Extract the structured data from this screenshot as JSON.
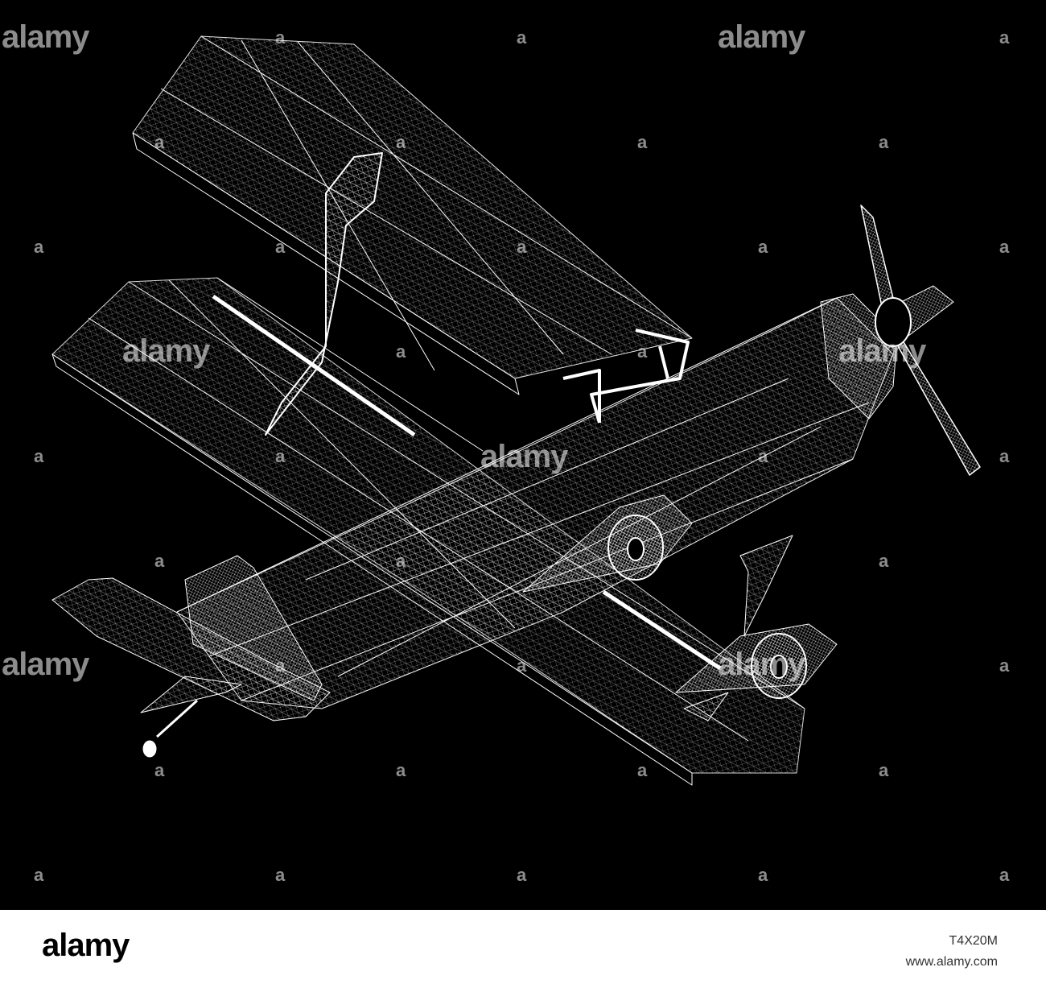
{
  "image": {
    "subject": "wireframe-biplane",
    "background_color": "#000000",
    "line_color": "#ffffff"
  },
  "watermark": {
    "text": "alamy",
    "small_glyph": "a"
  },
  "footer": {
    "logo": "alamy",
    "image_id": "T4X20M",
    "url": "www.alamy.com"
  }
}
